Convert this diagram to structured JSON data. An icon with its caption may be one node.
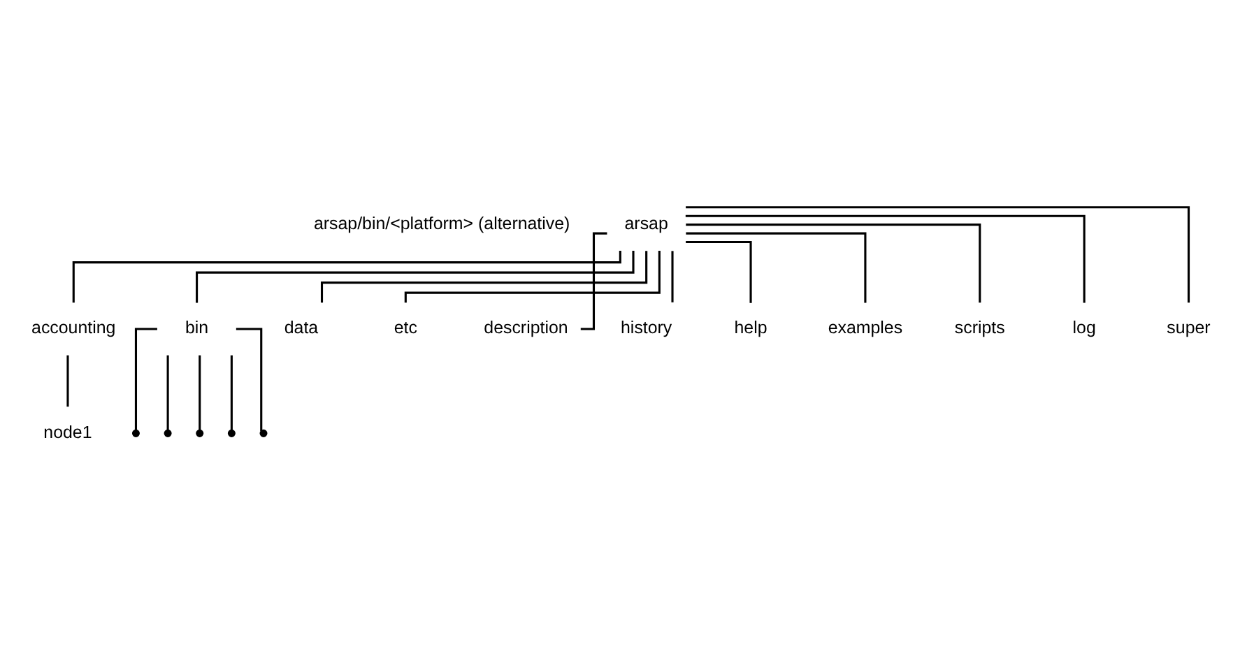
{
  "diagram": {
    "nodes": [
      {
        "text": [
          "arsap"
        ]
      },
      {
        "text": [
          "accounting"
        ]
      },
      {
        "text": [
          "bin"
        ]
      },
      {
        "text": [
          "data"
        ]
      },
      {
        "text": [
          "etc"
        ]
      },
      {
        "text": [
          "description"
        ]
      },
      {
        "text": [
          "history"
        ]
      },
      {
        "text": [
          "help"
        ]
      },
      {
        "text": [
          "examples"
        ]
      },
      {
        "text": [
          "scripts"
        ]
      },
      {
        "text": [
          "log"
        ]
      },
      {
        "text": [
          "super"
        ]
      },
      {
        "text": [
          "node1"
        ]
      },
      {
        "text": [],
        "shape": "point"
      },
      {
        "text": [],
        "shape": "point"
      },
      {
        "text": [],
        "shape": "point"
      },
      {
        "text": [],
        "shape": "point"
      },
      {
        "text": [],
        "shape": "point"
      }
    ],
    "edges": [
      {
        "from": 0,
        "to": 1,
        "arrow": "none"
      },
      {
        "from": 0,
        "to": 2,
        "arrow": "none"
      },
      {
        "from": 0,
        "to": 3,
        "arrow": "none"
      },
      {
        "from": 0,
        "to": 4,
        "arrow": "none"
      },
      {
        "from": 0,
        "to": 5,
        "arrow": "none"
      },
      {
        "from": 0,
        "to": 6,
        "arrow": "none"
      },
      {
        "from": 0,
        "to": 7,
        "arrow": "none"
      },
      {
        "from": 0,
        "to": 8,
        "arrow": "none"
      },
      {
        "from": 0,
        "to": 9,
        "arrow": "none"
      },
      {
        "from": 0,
        "to": 10,
        "arrow": "none"
      },
      {
        "from": 0,
        "to": 11,
        "arrow": "none"
      },
      {
        "from": 1,
        "to": 12,
        "arrow": "none"
      },
      {
        "from": 2,
        "to": 13,
        "arrow": "none"
      },
      {
        "from": 2,
        "to": 14,
        "arrow": "none"
      },
      {
        "from": 2,
        "to": 15,
        "arrow": "none"
      },
      {
        "from": 2,
        "to": 16,
        "arrow": "none"
      },
      {
        "from": 2,
        "to": 17,
        "arrow": "none"
      }
    ],
    "labels": [
      "arsap/bin/<platform> (alternative)"
    ]
  }
}
